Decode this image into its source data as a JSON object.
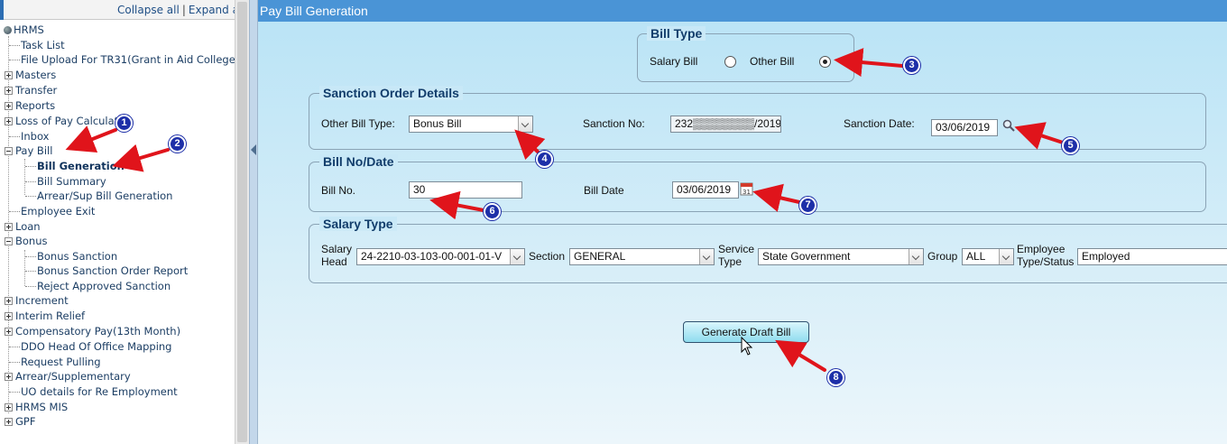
{
  "tree": {
    "collapse_all": "Collapse all",
    "separator": "|",
    "expand_all": "Expand a",
    "root": "HRMS",
    "items": [
      {
        "label": "Task List"
      },
      {
        "label": "File Upload For TR31(Grant in Aid College"
      },
      {
        "label": "Masters"
      },
      {
        "label": "Transfer"
      },
      {
        "label": "Reports"
      },
      {
        "label": "Loss of Pay Calculation"
      },
      {
        "label": "Inbox"
      },
      {
        "label": "Pay Bill"
      },
      {
        "label": "Bill Generation"
      },
      {
        "label": "Bill Summary"
      },
      {
        "label": "Arrear/Sup Bill Generation"
      },
      {
        "label": "Employee Exit"
      },
      {
        "label": "Loan"
      },
      {
        "label": "Bonus"
      },
      {
        "label": "Bonus Sanction"
      },
      {
        "label": "Bonus Sanction Order Report"
      },
      {
        "label": "Reject Approved Sanction"
      },
      {
        "label": "Increment"
      },
      {
        "label": "Interim Relief"
      },
      {
        "label": "Compensatory Pay(13th Month)"
      },
      {
        "label": "DDO Head Of Office Mapping"
      },
      {
        "label": "Request Pulling"
      },
      {
        "label": "Arrear/Supplementary"
      },
      {
        "label": "UO details for Re Employment"
      },
      {
        "label": "HRMS MIS"
      },
      {
        "label": "GPF"
      }
    ]
  },
  "page": {
    "title": "Pay Bill Generation"
  },
  "bill_type": {
    "legend": "Bill Type",
    "salary_label": "Salary Bill",
    "other_label": "Other Bill",
    "selected": "Other Bill"
  },
  "sanction": {
    "legend": "Sanction Order Details",
    "other_bill_type_label": "Other Bill Type:",
    "other_bill_type_value": "Bonus Bill",
    "sanction_no_label": "Sanction No:",
    "sanction_no_value": "232▒▒▒▒▒▒▒▒/2019",
    "sanction_date_label": "Sanction Date:",
    "sanction_date_value": "03/06/2019"
  },
  "bill_no_date": {
    "legend": "Bill No/Date",
    "bill_no_label": "Bill No.",
    "bill_no_value": "30",
    "bill_date_label": "Bill Date",
    "bill_date_value": "03/06/2019"
  },
  "salary_type": {
    "legend": "Salary Type",
    "salary_head_label_1": "Salary",
    "salary_head_label_2": "Head",
    "salary_head_value": "24-2210-03-103-00-001-01-V",
    "section_label": "Section",
    "section_value": "GENERAL",
    "service_type_label_1": "Service",
    "service_type_label_2": "Type",
    "service_type_value": "State Government",
    "group_label": "Group",
    "group_value": "ALL",
    "emp_status_label_1": "Employee",
    "emp_status_label_2": "Type/Status",
    "emp_status_value": "Employed"
  },
  "actions": {
    "generate_label": "Generate Draft Bill"
  },
  "annotations": [
    "1",
    "2",
    "3",
    "4",
    "5",
    "6",
    "7",
    "8"
  ],
  "colors": {
    "title_bar": "#4a94d6",
    "annotation_arrow": "#e0141b",
    "annotation_badge": "#1d2fa8"
  }
}
